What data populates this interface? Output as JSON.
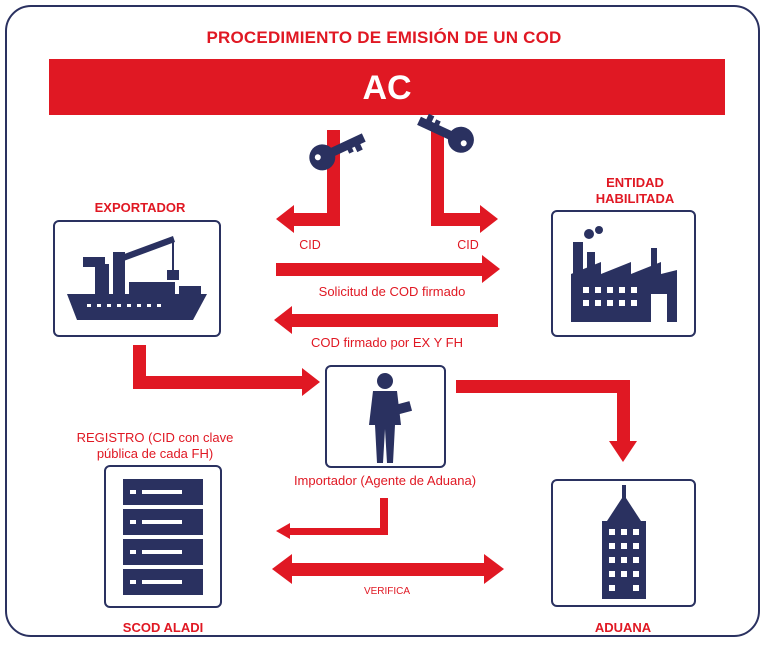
{
  "title": "PROCEDIMIENTO DE EMISIÓN DE UN COD",
  "ac": "AC",
  "nodes": {
    "exportador": "EXPORTADOR",
    "entidad_line1": "ENTIDAD",
    "entidad_line2": "HABILITADA",
    "registro_line1": "REGISTRO (CID con clave",
    "registro_line2": "pública de cada FH)",
    "importador": "Importador (Agente de Aduana)",
    "scod": "SCOD ALADI",
    "aduana": "ADUANA"
  },
  "edges": {
    "cid_left": "CID",
    "cid_right": "CID",
    "solicitud": "Solicitud de COD firmado",
    "cod_firmado": "COD firmado por EX Y FH",
    "verifica": "VERIFICA"
  },
  "colors": {
    "red": "#e01823",
    "navy": "#2a3160"
  },
  "icons": [
    "key-icon",
    "key-icon",
    "ship-icon",
    "factory-icon",
    "person-icon",
    "server-icon",
    "building-icon"
  ]
}
